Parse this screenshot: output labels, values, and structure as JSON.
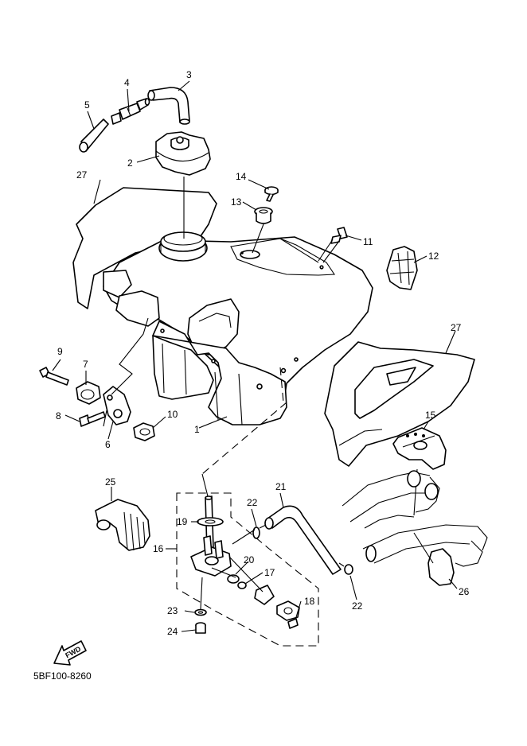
{
  "diagram": {
    "drawing_code": "5BF100-8260",
    "forward_label": "FWD",
    "callouts": [
      {
        "id": "c1",
        "label": "1"
      },
      {
        "id": "c2",
        "label": "2"
      },
      {
        "id": "c3",
        "label": "3"
      },
      {
        "id": "c4",
        "label": "4"
      },
      {
        "id": "c5",
        "label": "5"
      },
      {
        "id": "c6",
        "label": "6"
      },
      {
        "id": "c7",
        "label": "7"
      },
      {
        "id": "c8",
        "label": "8"
      },
      {
        "id": "c9",
        "label": "9"
      },
      {
        "id": "c10",
        "label": "10"
      },
      {
        "id": "c11",
        "label": "11"
      },
      {
        "id": "c12",
        "label": "12"
      },
      {
        "id": "c13",
        "label": "13"
      },
      {
        "id": "c14",
        "label": "14"
      },
      {
        "id": "c15",
        "label": "15"
      },
      {
        "id": "c16",
        "label": "16"
      },
      {
        "id": "c17",
        "label": "17"
      },
      {
        "id": "c18",
        "label": "18"
      },
      {
        "id": "c19",
        "label": "19"
      },
      {
        "id": "c20",
        "label": "20"
      },
      {
        "id": "c21",
        "label": "21"
      },
      {
        "id": "c22a",
        "label": "22"
      },
      {
        "id": "c22b",
        "label": "22"
      },
      {
        "id": "c23",
        "label": "23"
      },
      {
        "id": "c24",
        "label": "24"
      },
      {
        "id": "c25",
        "label": "25"
      },
      {
        "id": "c26",
        "label": "26"
      },
      {
        "id": "c27a",
        "label": "27"
      },
      {
        "id": "c27b",
        "label": "27"
      }
    ]
  }
}
